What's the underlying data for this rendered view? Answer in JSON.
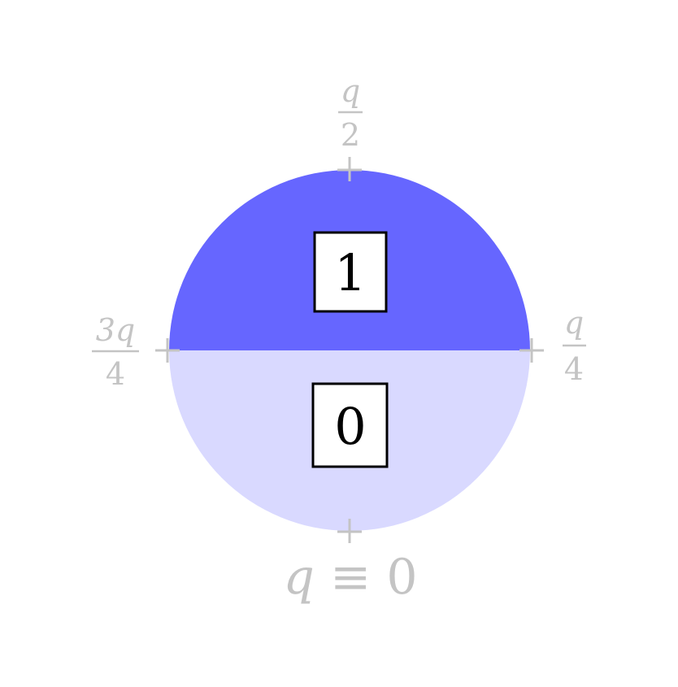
{
  "colors": {
    "upper_half": "#6666ff",
    "lower_half": "#d9d9ff",
    "tick": "#c4c4c4",
    "box_fill": "#ffffff",
    "box_stroke": "#000000"
  },
  "regions": {
    "upper_label": "1",
    "lower_label": "0"
  },
  "ticks": {
    "top": {
      "numerator": "q",
      "denominator": "2"
    },
    "right": {
      "numerator": "q",
      "denominator": "4"
    },
    "left": {
      "numerator": "3q",
      "denominator": "4"
    },
    "bottom": {
      "var": "q",
      "rest": " ≡ 0"
    }
  }
}
